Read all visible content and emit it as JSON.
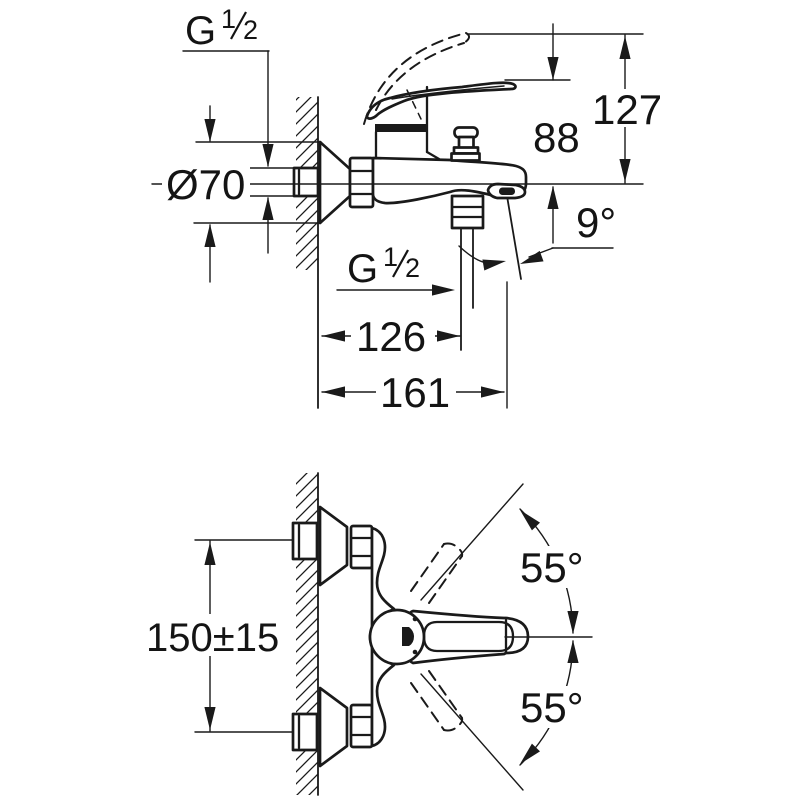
{
  "drawing": {
    "type": "faucet installation dimension drawing",
    "colors": {
      "line": "#1a1a1a",
      "background": "#ffffff"
    },
    "side_view": {
      "wall_thread_label": {
        "letter": "G",
        "numerator": "1",
        "denominator": "2"
      },
      "escutcheon_diameter": "Ø70",
      "height_centerline_to_lever": "88",
      "height_centerline_to_lever_raised": "127",
      "spout_outlet_angle": "9°",
      "shower_thread_label": {
        "letter": "G",
        "numerator": "1",
        "denominator": "2"
      },
      "wall_to_shower_outlet": "126",
      "wall_to_spout_outlet": "161"
    },
    "plan_view": {
      "inlet_spacing": "150±15",
      "lever_swing_upper": "55°",
      "lever_swing_lower": "55°"
    }
  }
}
